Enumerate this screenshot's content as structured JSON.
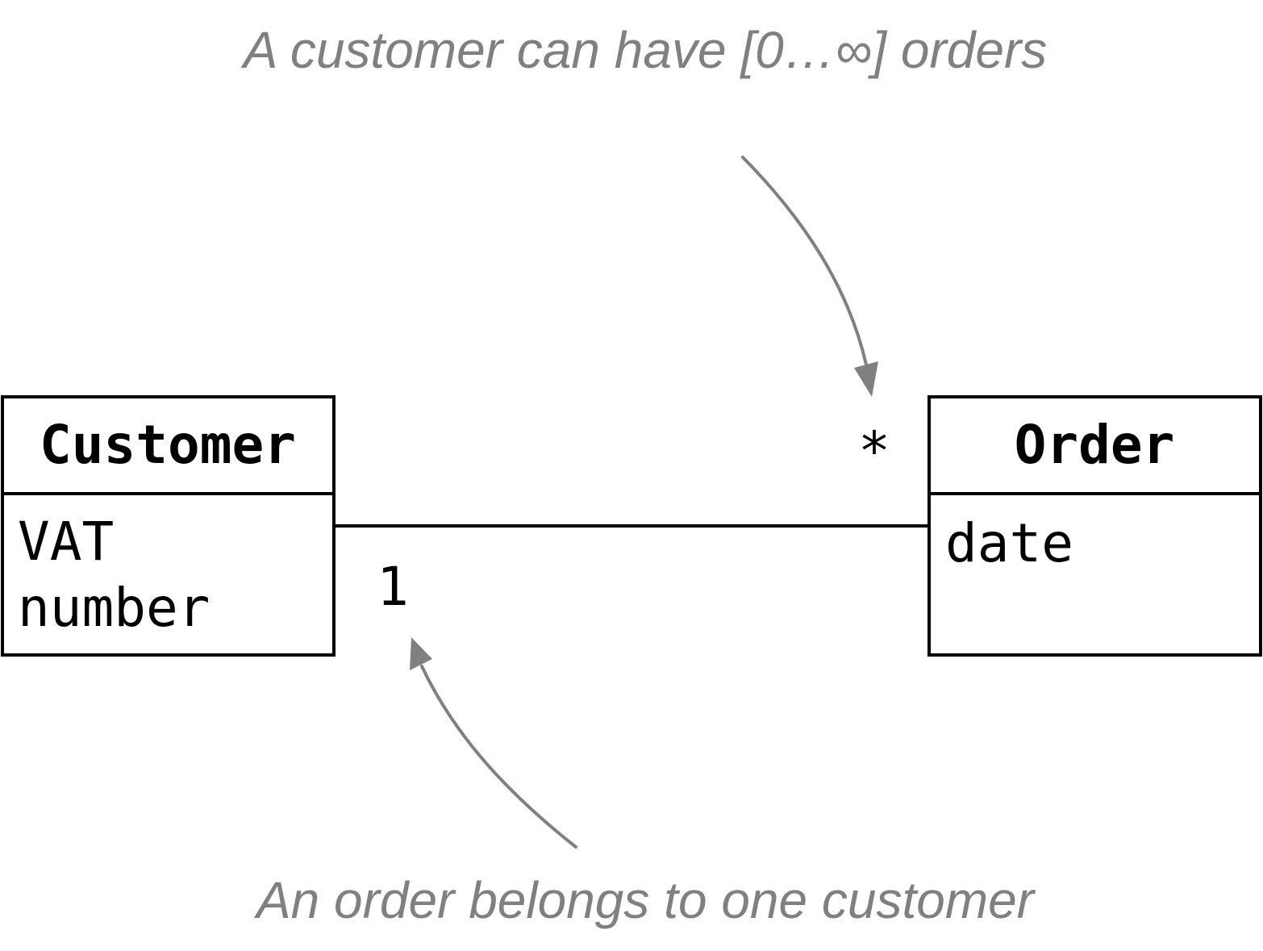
{
  "annotations": {
    "top": "A customer can have [0…∞] orders",
    "bottom": "An order belongs to one customer"
  },
  "classes": {
    "customer": {
      "name": "Customer",
      "attributes": [
        "VAT",
        "number"
      ]
    },
    "order": {
      "name": "Order",
      "attributes": [
        "date"
      ]
    }
  },
  "association": {
    "customer_end": "1",
    "order_end": "*"
  },
  "colors": {
    "annotation": "#808080",
    "lines": "#000000"
  }
}
